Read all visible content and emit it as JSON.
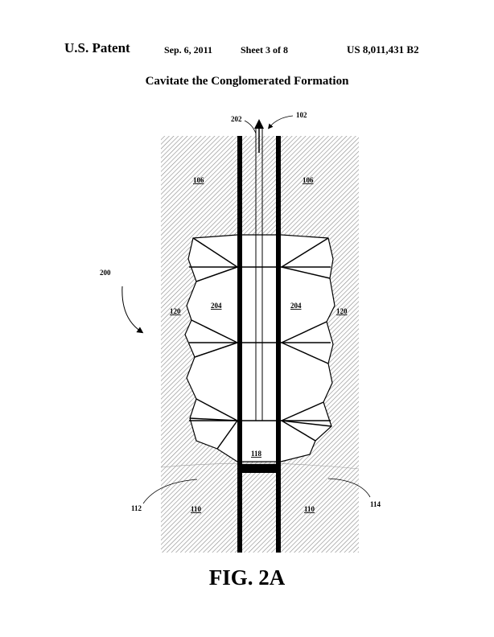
{
  "header": {
    "left": "U.S. Patent",
    "date": "Sep. 6, 2011",
    "sheet": "Sheet 3 of 8",
    "patent_number": "US 8,011,431 B2"
  },
  "figure": {
    "title": "Cavitate the Conglomerated Formation",
    "label": "FIG. 2A"
  },
  "refs": {
    "r202": "202",
    "r102": "102",
    "r106a": "106",
    "r106b": "106",
    "r200": "200",
    "r120a": "120",
    "r120b": "120",
    "r204a": "204",
    "r204b": "204",
    "r118": "118",
    "r112": "112",
    "r114": "114",
    "r110a": "110",
    "r110b": "110"
  }
}
